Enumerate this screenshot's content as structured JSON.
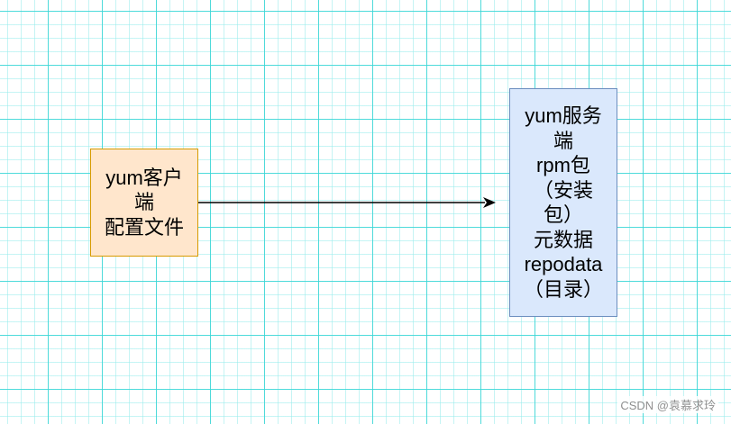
{
  "client": {
    "lines": [
      "yum客户",
      "端",
      "配置文件"
    ]
  },
  "server": {
    "lines": [
      "yum服务",
      "端",
      "rpm包",
      "（安装",
      "包）",
      "元数据",
      "repodata",
      "（目录）"
    ]
  },
  "watermark": "CSDN @袁慕求玲",
  "colors": {
    "client_fill": "#ffe6cc",
    "client_border": "#d79b00",
    "server_fill": "#dae8fc",
    "server_border": "#6c8ebf",
    "grid": "#3ad6d6"
  }
}
